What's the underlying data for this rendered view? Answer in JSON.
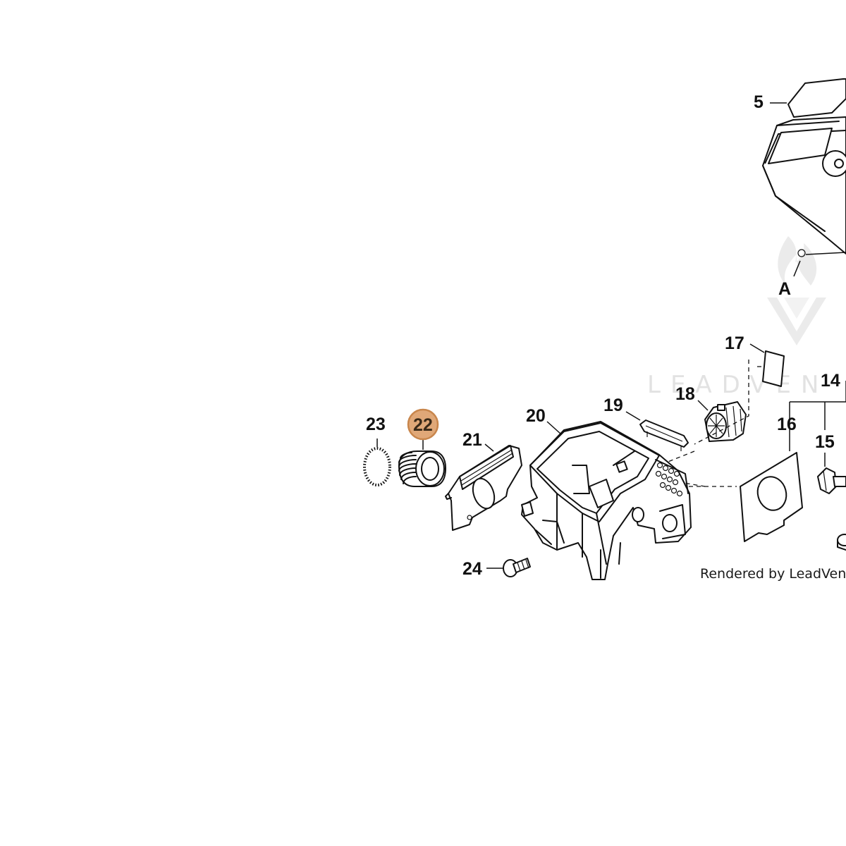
{
  "diagram": {
    "callouts": [
      "5",
      "A",
      "17",
      "14",
      "18",
      "19",
      "20",
      "21",
      "22",
      "23",
      "16",
      "15",
      "24"
    ],
    "highlighted_callout": "22",
    "highlight_color": "#e0a878",
    "highlight_border": "#c8864c",
    "watermark_text": "LEADVEN",
    "credit": "Rendered by LeadVentures"
  }
}
